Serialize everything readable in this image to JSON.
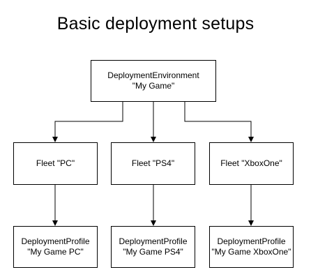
{
  "title": "Basic deployment setups",
  "environment": {
    "line1": "DeploymentEnvironment",
    "line2": "\"My Game\""
  },
  "fleets": [
    {
      "label": "Fleet \"PC\""
    },
    {
      "label": "Fleet \"PS4\""
    },
    {
      "label": "Fleet \"XboxOne\""
    }
  ],
  "profiles": [
    {
      "line1": "DeploymentProfile",
      "line2": "\"My Game PC\""
    },
    {
      "line1": "DeploymentProfile",
      "line2": "\"My Game PS4\""
    },
    {
      "line1": "DeploymentProfile",
      "line2": "\"My Game XboxOne\""
    }
  ]
}
